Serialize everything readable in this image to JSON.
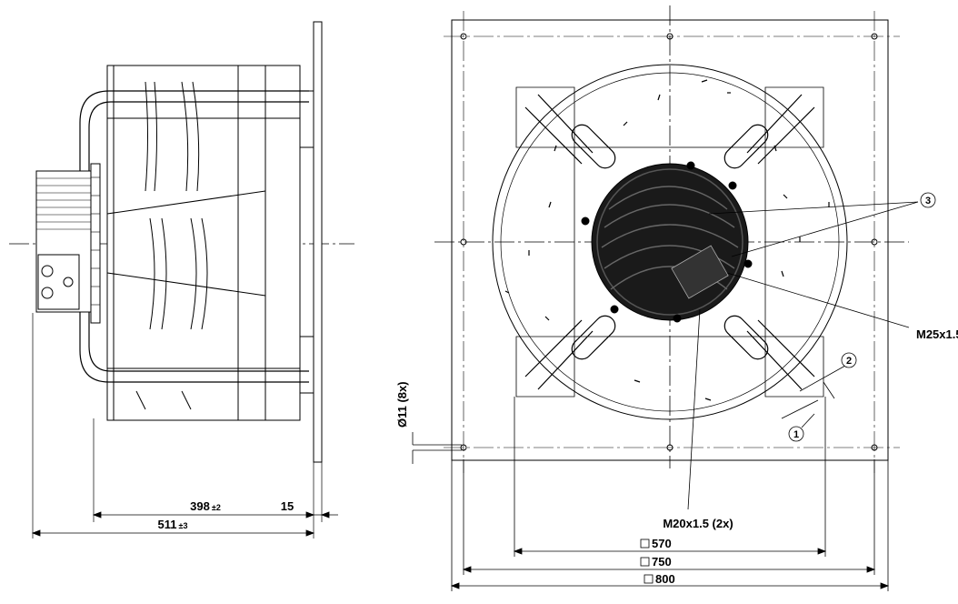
{
  "side_view": {
    "dim_overall_value": "511",
    "dim_overall_tol": "±3",
    "dim_body_value": "398",
    "dim_body_tol": "±2",
    "dim_plate": "15"
  },
  "front_view": {
    "hole_dim": "Ø11 (8x)",
    "cable_gland_large": "M25x1.5",
    "cable_gland_small": "M20x1.5 (2x)",
    "callout_1": "1",
    "callout_2": "2",
    "callout_3": "3",
    "dim_570": "570",
    "dim_750": "750",
    "dim_800": "800"
  }
}
